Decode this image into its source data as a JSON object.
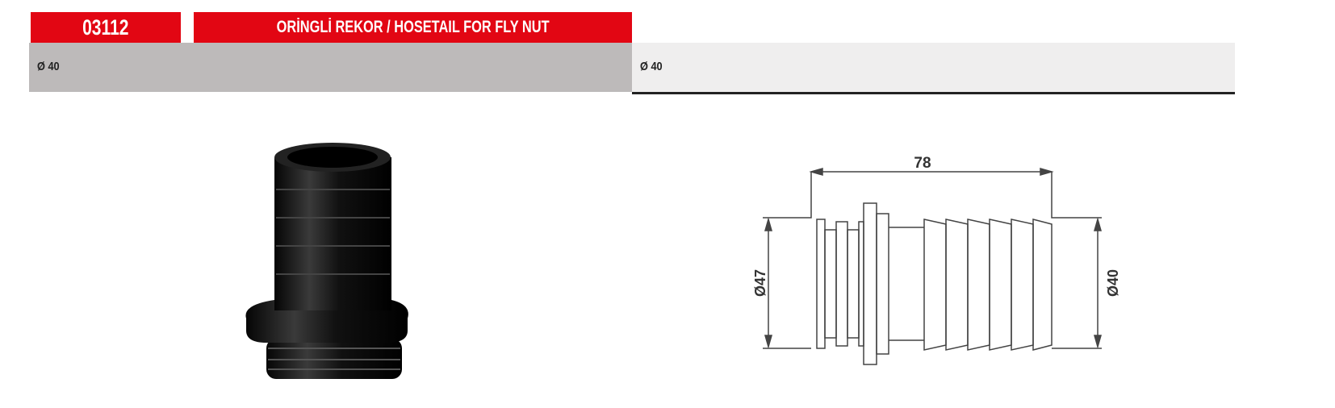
{
  "product": {
    "code": "03112",
    "title": "ORİNGLİ REKOR / HOSETAIL FOR FLY NUT"
  },
  "size_left": "Ø 40",
  "size_right": "Ø 40",
  "drawing": {
    "length_label": "78",
    "left_diameter_label": "Ø47",
    "right_diameter_label": "Ø40"
  }
}
